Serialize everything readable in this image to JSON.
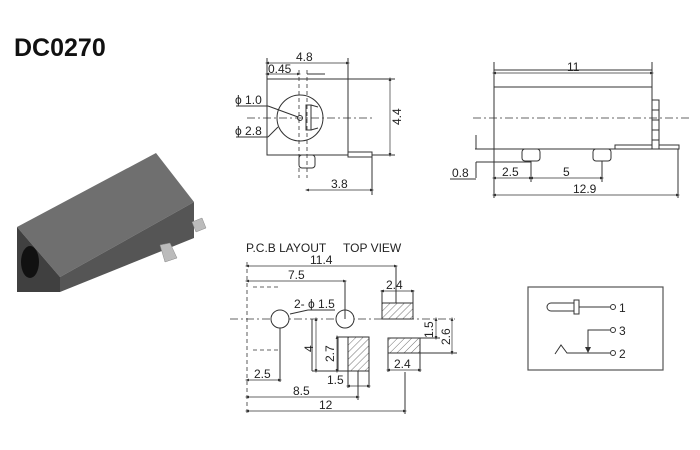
{
  "title": "DC0270",
  "front_view": {
    "width": "4.8",
    "offset": "0.45",
    "pin_dia": "ϕ 1.0",
    "hole_dia": "ϕ 2.8",
    "height": "4.4",
    "tab": "3.8"
  },
  "side_view": {
    "body_length": "11",
    "pin_height": "0.8",
    "pin1_offset": "2.5",
    "pin_pitch": "5",
    "total_length": "12.9"
  },
  "pcb_layout": {
    "title": "P.C.B LAYOUT",
    "subtitle": "TOP VIEW",
    "d_11_4": "11.4",
    "d_7_5": "7.5",
    "holes": "2- ϕ 1.5",
    "pad_w_top": "2.4",
    "d_1_5v": "1.5",
    "d_2_6": "2.6",
    "d_4": "4",
    "d_2_7": "2.7",
    "d_2_5": "2.5",
    "d_1_5h": "1.5",
    "pad_w_bottom": "2.4",
    "d_8_5": "8.5",
    "d_12": "12"
  },
  "schematic": {
    "pins": [
      "1",
      "3",
      "2"
    ]
  }
}
